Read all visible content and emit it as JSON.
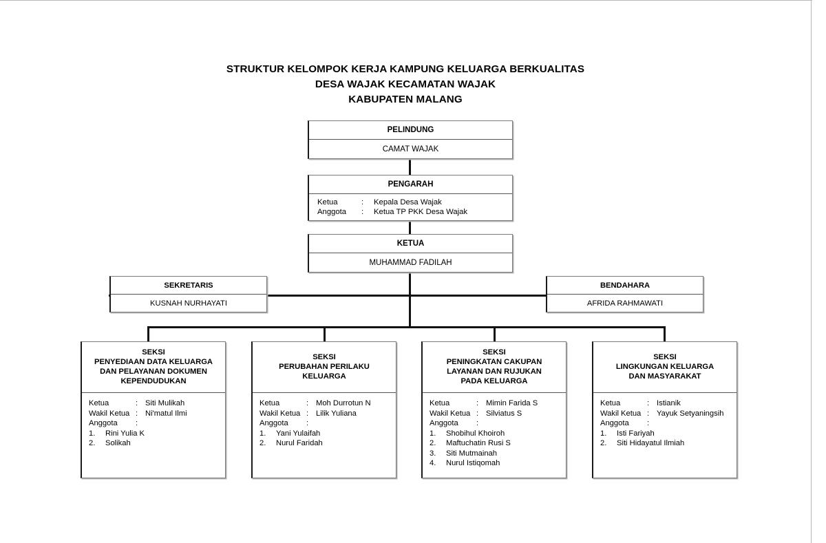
{
  "document": {
    "title_lines": [
      "STRUKTUR KELOMPOK KERJA KAMPUNG KELUARGA BERKUALITAS",
      "DESA WAJAK KECAMATAN WAJAK",
      "KABUPATEN MALANG"
    ]
  },
  "colors": {
    "line": "#111111",
    "border": "#7a7a7a",
    "border_left": "#1a1a1a",
    "shadow": "#b0b0b0",
    "background": "#ffffff",
    "text": "#000000"
  },
  "labels": {
    "ketua": "Ketua",
    "wakil_ketua": "Wakil Ketua",
    "anggota": "Anggota",
    "colon": ":"
  },
  "nodes": {
    "pelindung": {
      "head": "PELINDUNG",
      "body": "CAMAT WAJAK"
    },
    "pengarah": {
      "head": "PENGARAH",
      "rows": [
        {
          "key": "Ketua",
          "colon": ":",
          "value": "Kepala Desa Wajak"
        },
        {
          "key": "Anggota",
          "colon": ":",
          "value": "Ketua TP PKK Desa Wajak"
        }
      ]
    },
    "ketua": {
      "head": "KETUA",
      "body": "MUHAMMAD FADILAH"
    },
    "sekretaris": {
      "head": "SEKRETARIS",
      "body": "KUSNAH NURHAYATI"
    },
    "bendahara": {
      "head": "BENDAHARA",
      "body": "AFRIDA RAHMAWATI"
    }
  },
  "seksi": [
    {
      "head_lines": [
        "SEKSI",
        "PENYEDIAAN DATA KELUARGA",
        "DAN PELAYANAN DOKUMEN",
        "KEPENDUDUKAN"
      ],
      "ketua": "Siti Mulikah",
      "wakil_ketua": "Ni'matul Ilmi",
      "anggota": [
        "Rini Yulia K",
        "Solikah"
      ]
    },
    {
      "head_lines": [
        "SEKSI",
        "PERUBAHAN PERILAKU",
        "KELUARGA"
      ],
      "ketua": "Moh Durrotun N",
      "wakil_ketua": "Lilik Yuliana",
      "anggota": [
        "Yani Yulaifah",
        "Nurul Faridah"
      ]
    },
    {
      "head_lines": [
        "SEKSI",
        "PENINGKATAN CAKUPAN",
        "LAYANAN DAN RUJUKAN",
        "PADA KELUARGA"
      ],
      "ketua": "Mimin Farida S",
      "wakil_ketua": "Silviatus S",
      "anggota": [
        "Shobihul Khoiroh",
        "Maftuchatin Rusi S",
        "Siti Mutmainah",
        "Nurul Istiqomah"
      ]
    },
    {
      "head_lines": [
        "SEKSI",
        "LINGKUNGAN KELUARGA",
        "DAN MASYARAKAT"
      ],
      "ketua": "Istianik",
      "wakil_ketua": "Yayuk Setyaningsih",
      "anggota": [
        "Isti Fariyah",
        "Siti Hidayatul Ilmiah"
      ]
    }
  ]
}
